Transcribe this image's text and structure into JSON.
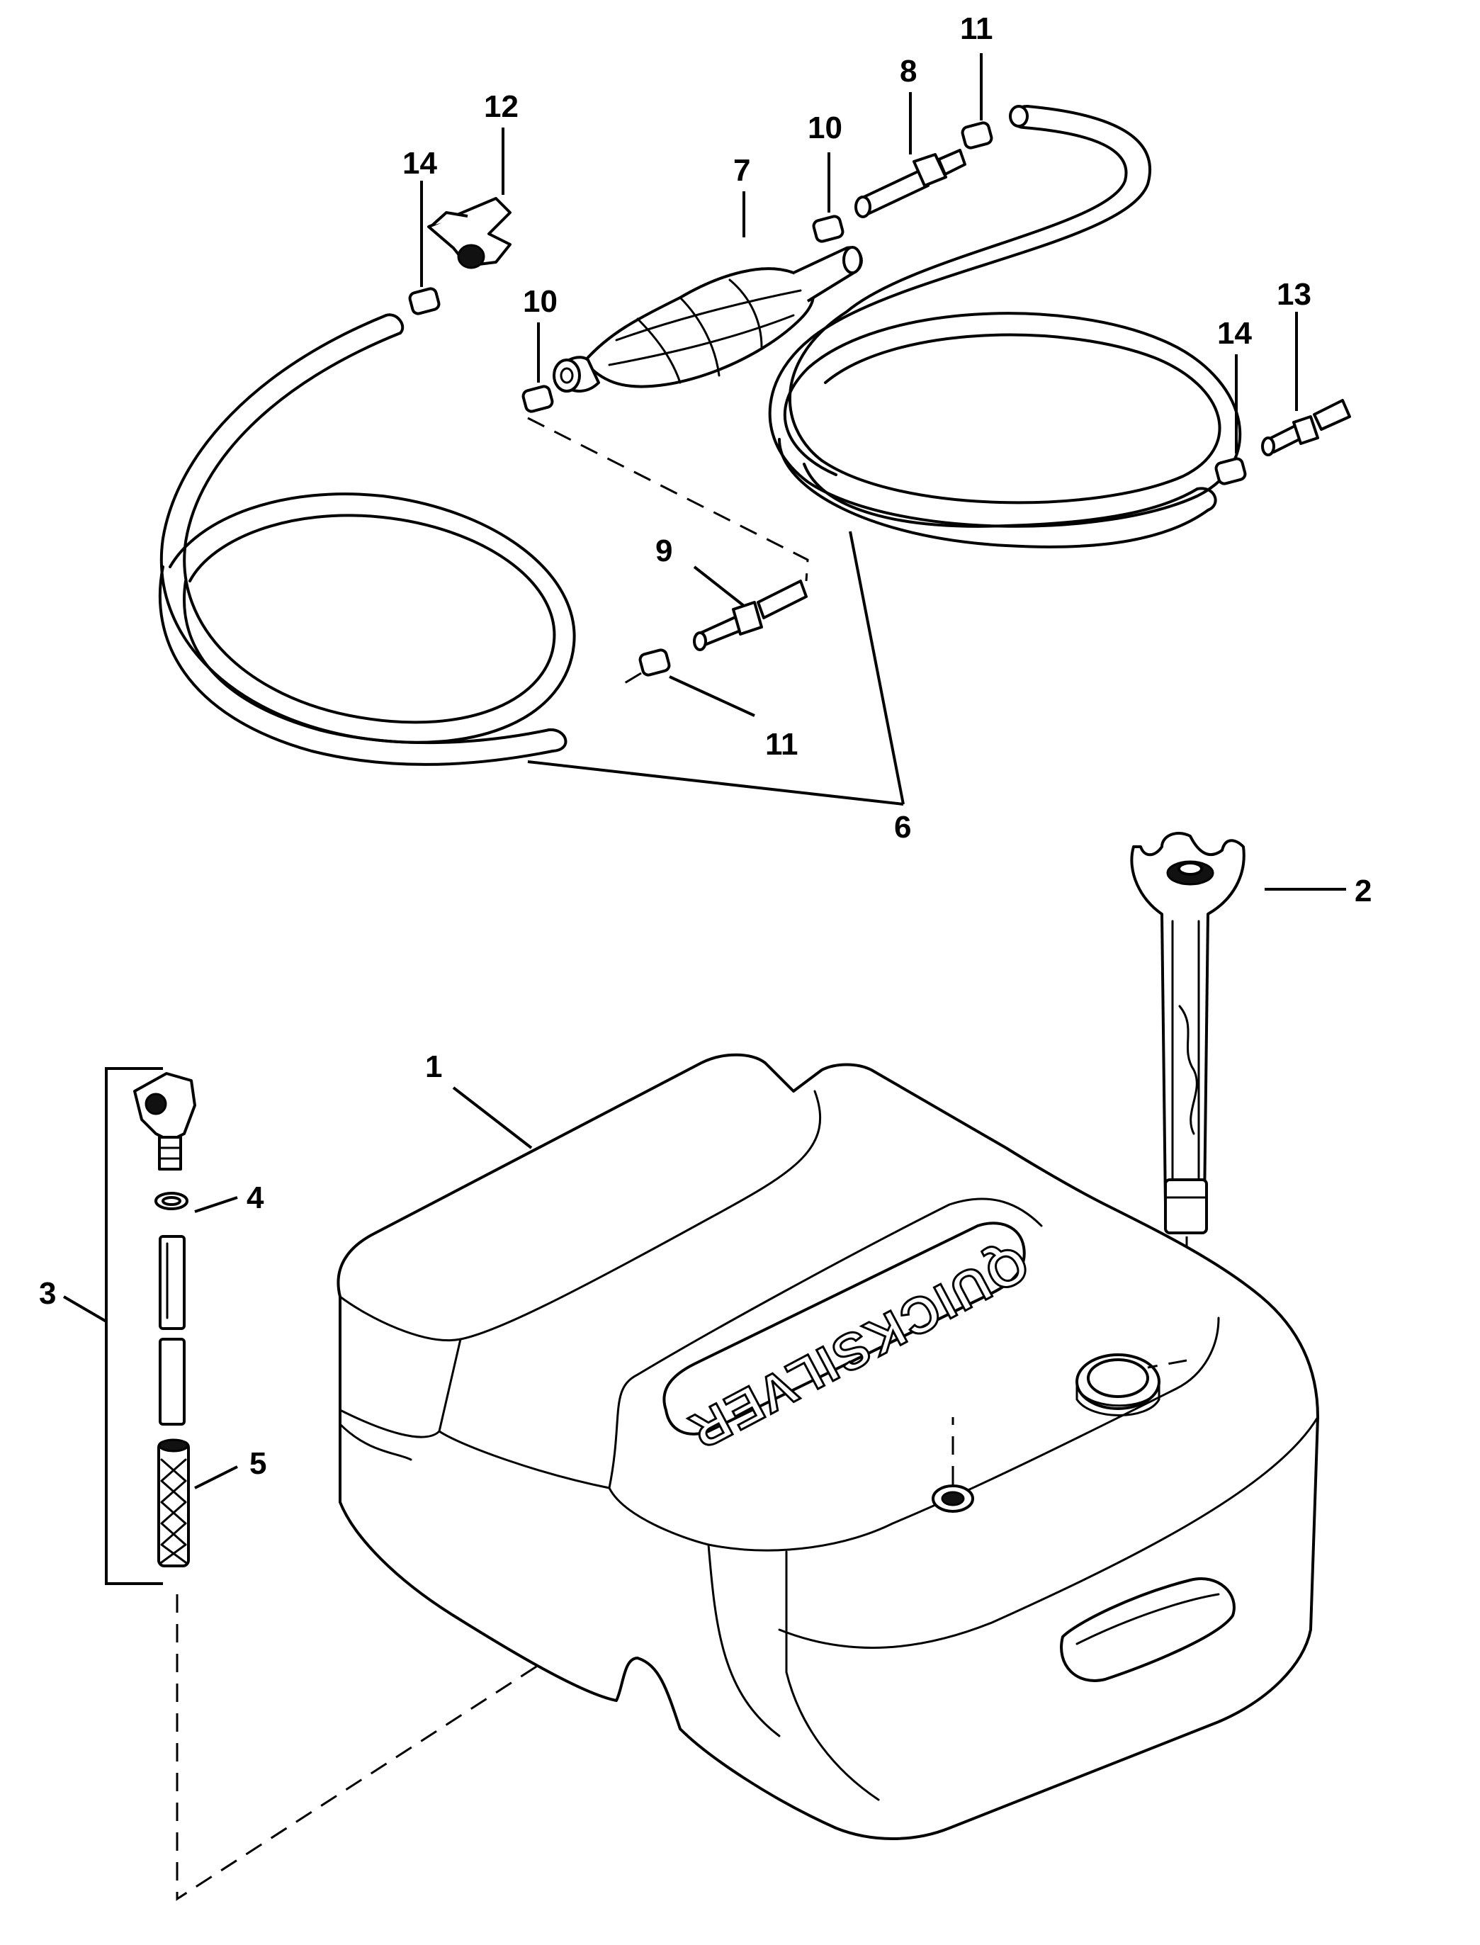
{
  "diagram": {
    "brand_text": "QUICKSILVER",
    "callouts": {
      "c1": "1",
      "c2": "2",
      "c3": "3",
      "c4": "4",
      "c5": "5",
      "c6": "6",
      "c7": "7",
      "c8": "8",
      "c9": "9",
      "c10a": "10",
      "c10b": "10",
      "c11a": "11",
      "c11b": "11",
      "c12": "12",
      "c13": "13",
      "c14a": "14",
      "c14b": "14"
    }
  }
}
